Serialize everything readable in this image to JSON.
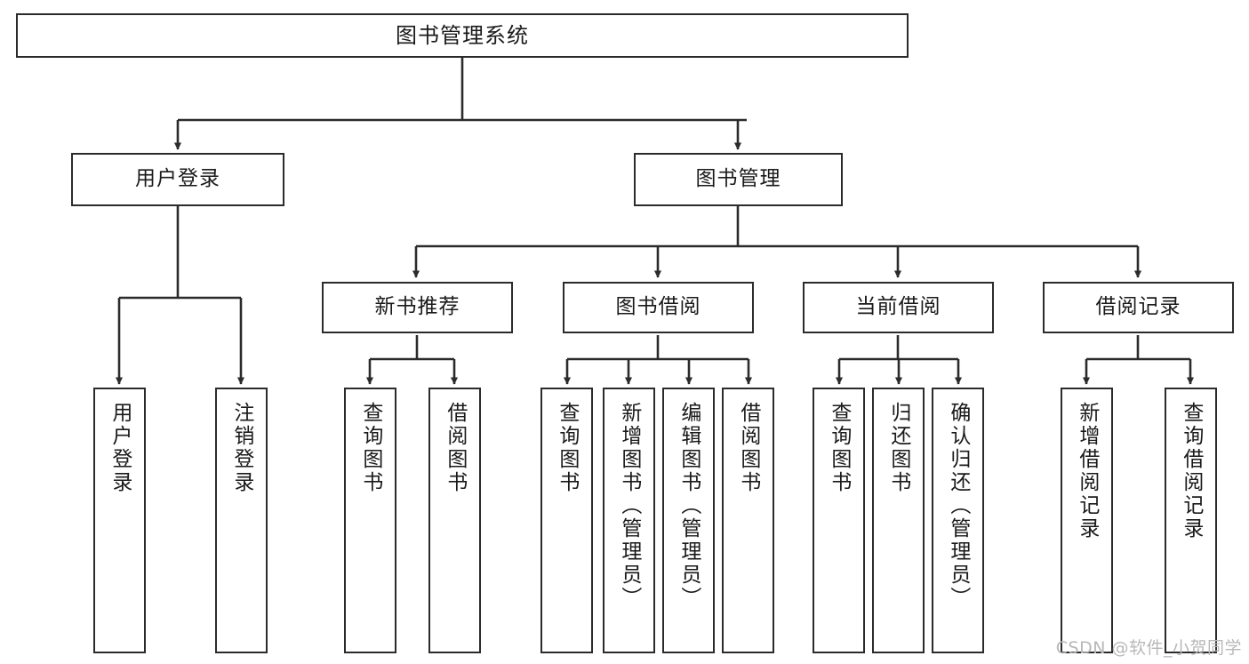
{
  "diagram": {
    "title": "图书管理系统",
    "type": "tree",
    "watermark": "CSDN @软件_小贺同学",
    "colors": {
      "node_border": "#2b2b2b",
      "node_fill": "#ffffff",
      "edge": "#2b2b2b",
      "text": "#1a1a1a",
      "watermark": "#b8b8b8",
      "background": "#ffffff"
    },
    "levels": {
      "root": "图书管理系统",
      "level2": [
        "用户登录",
        "图书管理"
      ],
      "level3": [
        "新书推荐",
        "图书借阅",
        "当前借阅",
        "借阅记录"
      ],
      "leaves": [
        "用户登录",
        "注销登录",
        "查询图书",
        "借阅图书",
        "查询图书",
        "新增图书（管理员）",
        "编辑图书（管理员）",
        "借阅图书",
        "查询图书",
        "归还图书",
        "确认归还（管理员）",
        "新增借阅记录",
        "查询借阅记录"
      ]
    },
    "nodes": {
      "root": {
        "label": "图书管理系统"
      },
      "user_login": {
        "label": "用户登录"
      },
      "book_manage": {
        "label": "图书管理"
      },
      "new_book_rec": {
        "label": "新书推荐"
      },
      "book_borrow": {
        "label": "图书借阅"
      },
      "current_borrow": {
        "label": "当前借阅"
      },
      "borrow_record": {
        "label": "借阅记录"
      },
      "leaf_user_login": {
        "label": "用户登录"
      },
      "leaf_logout": {
        "label": "注销登录"
      },
      "leaf_query_book_1": {
        "label": "查询图书"
      },
      "leaf_borrow_book_1": {
        "label": "借阅图书"
      },
      "leaf_query_book_2": {
        "label": "查询图书"
      },
      "leaf_add_book": {
        "label": "新增图书（管理员）"
      },
      "leaf_edit_book": {
        "label": "编辑图书（管理员）"
      },
      "leaf_borrow_book_2": {
        "label": "借阅图书"
      },
      "leaf_query_book_3": {
        "label": "查询图书"
      },
      "leaf_return_book": {
        "label": "归还图书"
      },
      "leaf_confirm_return": {
        "label": "确认归还（管理员）"
      },
      "leaf_add_record": {
        "label": "新增借阅记录"
      },
      "leaf_query_record": {
        "label": "查询借阅记录"
      }
    },
    "edges": [
      {
        "from": "root",
        "to": "user_login"
      },
      {
        "from": "root",
        "to": "book_manage"
      },
      {
        "from": "book_manage",
        "to": "new_book_rec"
      },
      {
        "from": "book_manage",
        "to": "book_borrow"
      },
      {
        "from": "book_manage",
        "to": "current_borrow"
      },
      {
        "from": "book_manage",
        "to": "borrow_record"
      },
      {
        "from": "user_login",
        "to": "leaf_user_login"
      },
      {
        "from": "user_login",
        "to": "leaf_logout"
      },
      {
        "from": "new_book_rec",
        "to": "leaf_query_book_1"
      },
      {
        "from": "new_book_rec",
        "to": "leaf_borrow_book_1"
      },
      {
        "from": "book_borrow",
        "to": "leaf_query_book_2"
      },
      {
        "from": "book_borrow",
        "to": "leaf_add_book"
      },
      {
        "from": "book_borrow",
        "to": "leaf_edit_book"
      },
      {
        "from": "book_borrow",
        "to": "leaf_borrow_book_2"
      },
      {
        "from": "current_borrow",
        "to": "leaf_query_book_3"
      },
      {
        "from": "current_borrow",
        "to": "leaf_return_book"
      },
      {
        "from": "current_borrow",
        "to": "leaf_confirm_return"
      },
      {
        "from": "borrow_record",
        "to": "leaf_add_record"
      },
      {
        "from": "borrow_record",
        "to": "leaf_query_record"
      }
    ]
  }
}
